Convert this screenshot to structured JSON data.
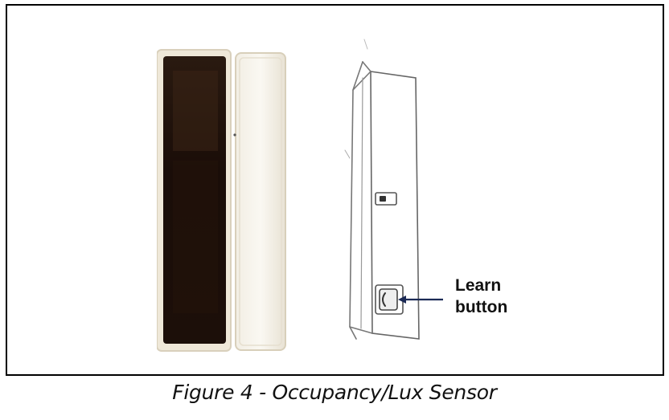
{
  "figure": {
    "caption": "Figure 4 - Occupancy/Lux Sensor",
    "callout_label": [
      "Learn",
      "button"
    ]
  }
}
